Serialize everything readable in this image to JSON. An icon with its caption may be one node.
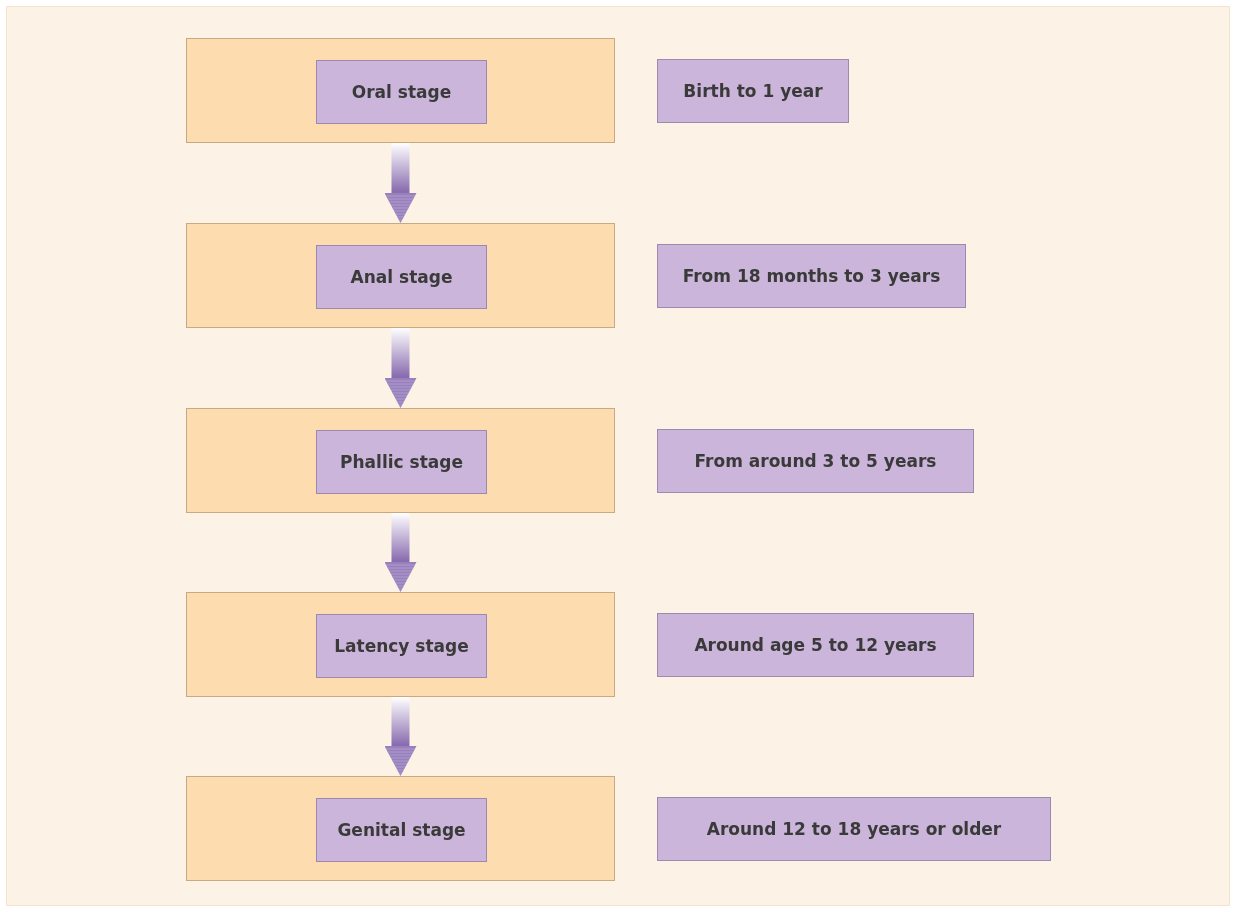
{
  "diagram": {
    "nodes": [
      {
        "text": [],
        "shape": "box"
      },
      {
        "text": [
          "Oral stage"
        ],
        "in": 0
      },
      {
        "text": [
          "Birth to 1 year"
        ]
      },
      {
        "text": [],
        "shape": "box"
      },
      {
        "text": [
          "Anal stage"
        ],
        "in": 3
      },
      {
        "text": [
          "From 18 months to 3 years"
        ]
      },
      {
        "text": [],
        "shape": "box"
      },
      {
        "text": [
          "Phallic stage"
        ],
        "in": 6
      },
      {
        "text": [
          "From around 3 to 5 years"
        ]
      },
      {
        "text": [],
        "shape": "box"
      },
      {
        "text": [
          "Latency stage"
        ],
        "in": 9
      },
      {
        "text": [
          "Around age 5 to 12 years"
        ]
      },
      {
        "text": [],
        "shape": "box"
      },
      {
        "text": [
          "Genital stage"
        ],
        "in": 12
      },
      {
        "text": [
          "Around 12 to 18 years or older"
        ]
      }
    ],
    "edges": [
      {
        "from": 0,
        "to": 3,
        "arrow": "to"
      },
      {
        "from": 3,
        "to": 6,
        "arrow": "to"
      },
      {
        "from": 6,
        "to": 9,
        "arrow": "to"
      },
      {
        "from": 9,
        "to": 12,
        "arrow": "to"
      }
    ]
  }
}
